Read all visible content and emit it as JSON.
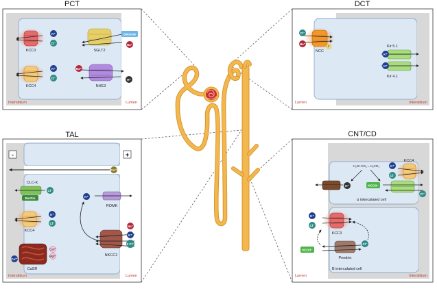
{
  "panels": {
    "pct": {
      "title": "PCT",
      "left_region": "Interstitium",
      "right_region": "Lumen",
      "transporters": [
        "KCC3",
        "KCC4",
        "SGLT2",
        "NHE3"
      ],
      "ions": {
        "k1": "K⁺",
        "cl1": "Cl⁻",
        "k2": "K⁺",
        "cl2": "Cl⁻",
        "glucose": "Glucose",
        "na1": "Na⁺",
        "na2": "Na⁺",
        "h": "H⁺"
      }
    },
    "dct": {
      "title": "DCT",
      "left_region": "Lumen",
      "right_region": "Interstitium",
      "transporters": [
        "NCC",
        "Kir 5.1",
        "Kir 4.1"
      ],
      "ions": {
        "cl": "Cl⁻",
        "na": "Na⁺",
        "p": "P",
        "k1": "K⁺",
        "k2": "K⁺"
      }
    },
    "tal": {
      "title": "TAL",
      "minus": "-",
      "plus": "+",
      "left_region": "Interstitium",
      "right_region": "Lumen",
      "transporters": [
        "CLC-K",
        "Barttin",
        "KCC4",
        "CaSR",
        "ROMK",
        "NKCC2"
      ],
      "ions": {
        "ca_top": "Ca²⁺",
        "cl1": "Cl⁻",
        "k1": "K⁺",
        "cl2": "Cl⁻",
        "k_romk": "K⁺",
        "na": "Na⁺",
        "k3": "K⁺",
        "cl3": "2 Cl⁻",
        "ca_sr": "Ca²⁺",
        "mg": "Mg²⁺",
        "ca2": "Ca²⁺"
      }
    },
    "cntcd": {
      "title": "CNT/CD",
      "left_region": "Lumen",
      "right_region": "Interstitium",
      "alpha_cell": "α intercalated cell",
      "beta_cell": "B intercalated cell",
      "equation": "H₂O+CO₂→H₂CO₃",
      "transporters": [
        "KCC4",
        "KCC3",
        "Pendrin"
      ],
      "ions": {
        "k1": "K⁺",
        "cl1": "Cl⁻",
        "h": "H⁺",
        "hco3_1": "HCO3⁻",
        "cl2": "Cl⁻",
        "k2": "K⁺",
        "cl3": "Cl⁻",
        "hco3_2": "HCO3⁻",
        "cl4": "Cl⁻"
      }
    }
  },
  "colors": {
    "cell": "#dde8f5",
    "cell_stroke": "#8fa9c8",
    "interstitium": "#d8d8d8",
    "nephron": "#f2b84f",
    "k_ion": "#1f3f8f",
    "cl_ion": "#2f8a84",
    "na_ion": "#b0283a"
  }
}
